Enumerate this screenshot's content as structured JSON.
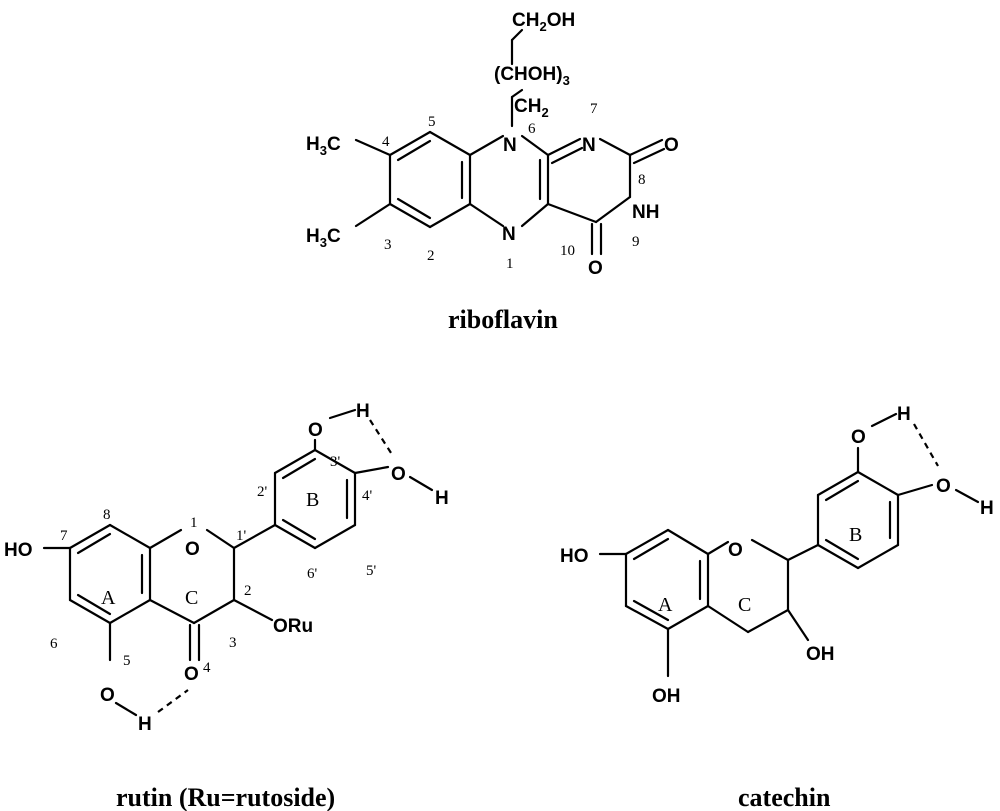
{
  "riboflavin": {
    "name": "riboflavin",
    "chain": {
      "top_main": "CH",
      "top_sub": "2",
      "top_tail": "OH",
      "mid": "(CHOH)",
      "mid_sub": "3",
      "bottom_main": "CH",
      "bottom_sub": "2"
    },
    "atoms": {
      "n_top": "N",
      "n_right": "N",
      "n_bottom": "N",
      "nh": "NH",
      "o_top": "O",
      "o_bottom": "O",
      "methyl_main": "H",
      "methyl_sub": "3",
      "methyl_tail": "C"
    },
    "numbers": [
      "1",
      "2",
      "3",
      "4",
      "5",
      "6",
      "7",
      "8",
      "9",
      "10"
    ]
  },
  "rutin": {
    "name": "rutin (Ru=rutoside)",
    "rings": {
      "a": "A",
      "b": "B",
      "c": "C"
    },
    "atoms": {
      "ho": "HO",
      "o_ring": "O",
      "o_carbonyl": "O",
      "o5": "O",
      "h5": "H",
      "o3p": "O",
      "h3p": "H",
      "o4p": "O",
      "h4p": "H",
      "oru": "ORu"
    },
    "numbers": [
      "1",
      "2",
      "3",
      "4",
      "5",
      "6",
      "7",
      "8",
      "1'",
      "2'",
      "3'",
      "4'",
      "5'",
      "6'"
    ]
  },
  "catechin": {
    "name": "catechin",
    "rings": {
      "a": "A",
      "b": "B",
      "c": "C"
    },
    "atoms": {
      "ho": "HO",
      "o_ring": "O",
      "oh3": "OH",
      "oh5": "OH",
      "o3p": "O",
      "h3p": "H",
      "o4p": "O",
      "h4p": "H"
    }
  }
}
